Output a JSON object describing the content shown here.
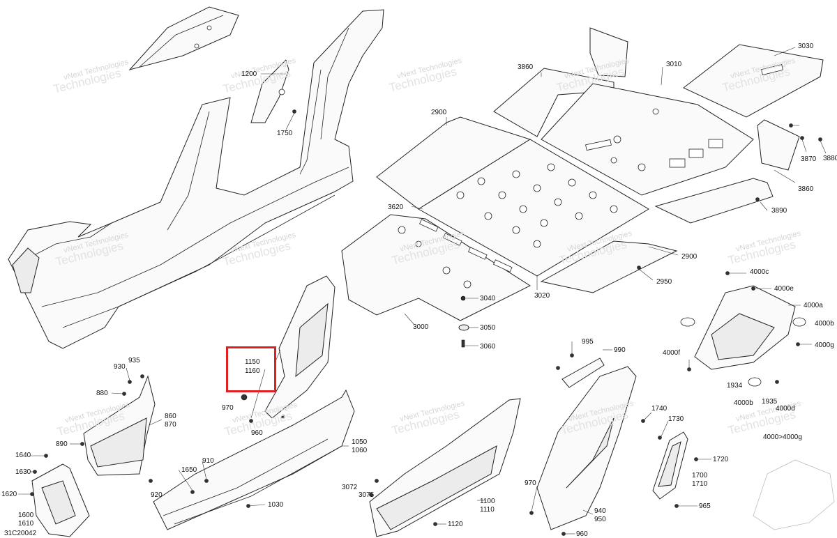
{
  "diagram_id": "31C20042",
  "watermark": {
    "line1": "vNext",
    "line2": "Technologies",
    "full": "vNext Technologies"
  },
  "highlight": {
    "color": "#e02020",
    "labels": [
      "1150",
      "1160"
    ]
  },
  "labels": {
    "l1200": "1200",
    "l1750": "1750",
    "l3860a": "3860",
    "l3010": "3010",
    "l3030": "3030",
    "l2900a": "2900",
    "l3870": "3870",
    "l3880": "3880",
    "l3860b": "3860",
    "l3890": "3890",
    "l3620": "3620",
    "l2900b": "2900",
    "l2950": "2950",
    "l3020": "3020",
    "l3040": "3040",
    "l3050": "3050",
    "l3060": "3060",
    "l3000": "3000",
    "l4000c": "4000c",
    "l4000e": "4000e",
    "l4000a": "4000a",
    "l4000b": "4000b",
    "l4000g": "4000g",
    "l4000f": "4000f",
    "l1934": "1934",
    "l4000b2": "4000b",
    "l1935": "1935",
    "l4000d": "4000d",
    "l4000to4000g": "4000>4000g",
    "l995": "995",
    "l990": "990",
    "l930": "930",
    "l935": "935",
    "l880": "880",
    "l860": "860",
    "l870": "870",
    "l890": "890",
    "l970a": "970",
    "l960a": "960",
    "l1050": "1050",
    "l1060": "1060",
    "l1640": "1640",
    "l1630": "1630",
    "l1620": "1620",
    "l1600": "1600",
    "l1610": "1610",
    "l1650": "1650",
    "l910": "910",
    "l920": "920",
    "l1030": "1030",
    "l3072": "3072",
    "l3075": "3075",
    "l1100": "1100",
    "l1110": "1110",
    "l1120": "1120",
    "l970b": "970",
    "l940": "940",
    "l950": "950",
    "l960b": "960",
    "l1740": "1740",
    "l1730": "1730",
    "l1720": "1720",
    "l1700": "1700",
    "l1710": "1710",
    "l965": "965"
  }
}
